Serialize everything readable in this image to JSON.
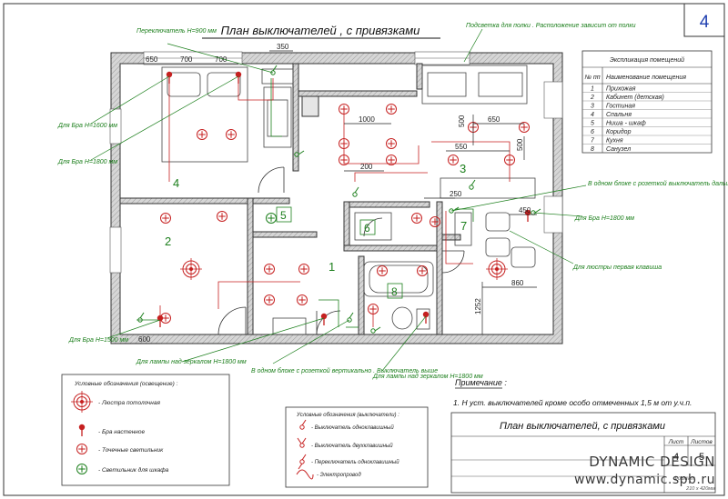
{
  "title": "План выключателей , с привязками",
  "sheet_number": "4",
  "rooms_table": {
    "title": "Экспликация помещений",
    "headers": [
      "№ пп",
      "Наименование помещения"
    ],
    "rows": [
      {
        "n": "1",
        "name": "Прихожая"
      },
      {
        "n": "2",
        "name": "Кабинет (детская)"
      },
      {
        "n": "3",
        "name": "Гостиная"
      },
      {
        "n": "4",
        "name": "Спальня"
      },
      {
        "n": "5",
        "name": "Ниша - шкаф"
      },
      {
        "n": "6",
        "name": "Коридор"
      },
      {
        "n": "7",
        "name": "Кухня"
      },
      {
        "n": "8",
        "name": "Санузел"
      }
    ]
  },
  "room_labels": [
    "1",
    "2",
    "3",
    "4",
    "5",
    "6",
    "7",
    "8"
  ],
  "dimensions": [
    "650",
    "700",
    "700",
    "350",
    "1000",
    "500",
    "650",
    "550",
    "500",
    "200",
    "250",
    "450",
    "860",
    "1252",
    "600"
  ],
  "annotations": {
    "switch_top": "Переключатель H=900 мм",
    "shelf_light": "Подсветка для полки . Расположение зависит от полки",
    "bra1": "Для Бра H=1600 мм",
    "bra2": "Для Бра H=1800 мм",
    "socket_block": "В одном блоке с розеткой выключатель дальше от угла",
    "bra3": "Для Бра H=1800 мм",
    "sconce_wm": "Для люстры первая клавиша",
    "bra4": "Для Бра H=1500 мм",
    "mirror1": "Для лампы над зеркалом H=1800 мм",
    "vertical_block": "В одном блоке с розеткой вертикально . Выключатель выше",
    "mirror2": "Для лампы над зеркалом H=1800 мм"
  },
  "note": {
    "title": "Примечание :",
    "text": "1. H уст. выключателей кроме особо отмеченных  1,5 м от у.ч.п."
  },
  "legend_lights": {
    "title": "Условные обозначения (освещение) :",
    "items": [
      "- Люстра потолочная",
      "- Бра настенное",
      "- Точечные светильник",
      "- Светильник для шкафа"
    ]
  },
  "legend_switches": {
    "title": "Условные обозначения (выключатели) :",
    "items": [
      "- Выключатель одноклавишный",
      "- Выключатель двухклавишный",
      "- Переключатель одноклавишный",
      "- Электропровод"
    ]
  },
  "title_block": {
    "name": "План выключателей, с привязками",
    "sheet_label": "Лист",
    "sheets_label": "Листов",
    "sheet_value": "4",
    "sheets_value": "5",
    "format_label": "Формат",
    "format_value": "210 x 420мм"
  },
  "watermark": {
    "line1": "DYNAMIC DESIGN",
    "line2": "www.dynamic.spb.ru"
  },
  "colors": {
    "wall": "#cfcfcf",
    "wall_stroke": "#333333",
    "green": "#1c7f1c",
    "red": "#c62020",
    "line": "#222222"
  }
}
